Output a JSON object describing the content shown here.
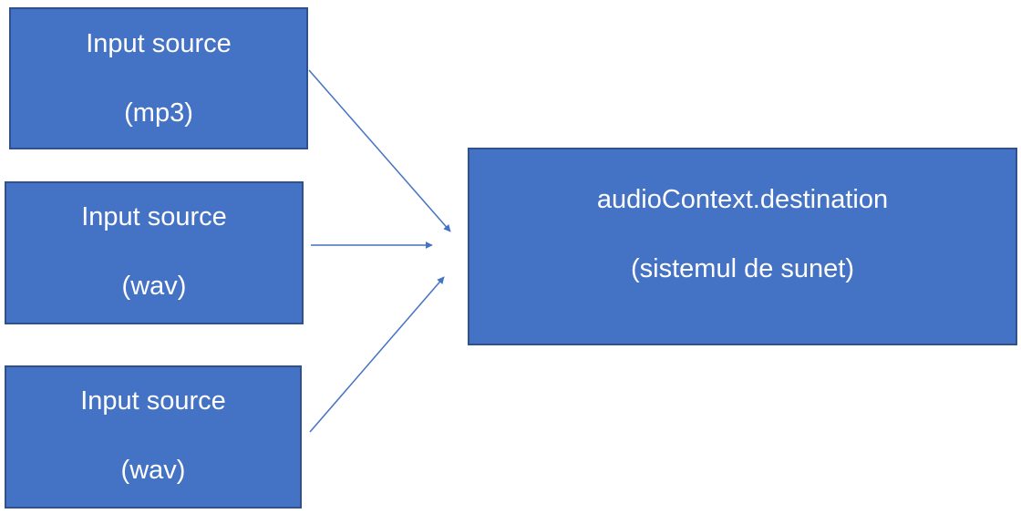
{
  "diagram": {
    "sources": [
      {
        "label": "Input source",
        "format": "(mp3)"
      },
      {
        "label": "Input source",
        "format": "(wav)"
      },
      {
        "label": "Input source",
        "format": "(wav)"
      }
    ],
    "destination": {
      "label": "audioContext.destination",
      "sublabel": "(sistemul de sunet)"
    },
    "colors": {
      "box_fill": "#4472C4",
      "box_border": "#2F528F",
      "arrow": "#4472C4",
      "text": "#FFFFFF"
    }
  }
}
